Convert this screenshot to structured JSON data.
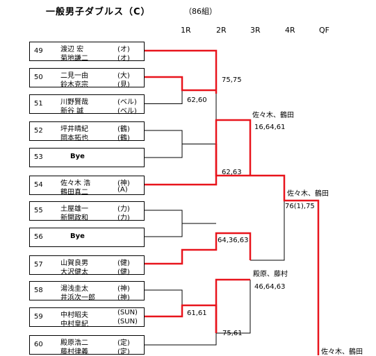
{
  "title": "一般男子ダブルス（C）",
  "subtitle": "（86組）",
  "rounds": [
    "1R",
    "2R",
    "3R",
    "4R",
    "QF"
  ],
  "entries": [
    {
      "seed": "49",
      "players": [
        {
          "name": "渡辺 宏",
          "team": "(オ)"
        },
        {
          "name": "菊地謙二",
          "team": "(オ)"
        }
      ]
    },
    {
      "seed": "50",
      "players": [
        {
          "name": "二見一由",
          "team": "(大)"
        },
        {
          "name": "鈴木克宗",
          "team": "(見)"
        }
      ]
    },
    {
      "seed": "51",
      "players": [
        {
          "name": "川野賢哉",
          "team": "(ベル)"
        },
        {
          "name": "新谷 誠",
          "team": "(ベル)"
        }
      ]
    },
    {
      "seed": "52",
      "players": [
        {
          "name": "坪井晴紀",
          "team": "(鶴)"
        },
        {
          "name": "岡本拓也",
          "team": "(鶴)"
        }
      ]
    },
    {
      "seed": "53",
      "bye": "Bye"
    },
    {
      "seed": "54",
      "players": [
        {
          "name": "佐々木 浩",
          "team": "(神)"
        },
        {
          "name": "鶴田真二",
          "team": "(A)"
        }
      ]
    },
    {
      "seed": "55",
      "players": [
        {
          "name": "土屋雄一",
          "team": "(力)"
        },
        {
          "name": "新開政和",
          "team": "(力)"
        }
      ]
    },
    {
      "seed": "56",
      "bye": "Bye"
    },
    {
      "seed": "57",
      "players": [
        {
          "name": "山賀良男",
          "team": "(健)"
        },
        {
          "name": "大沢健太",
          "team": "(健)"
        }
      ]
    },
    {
      "seed": "58",
      "players": [
        {
          "name": "湯浅圭太",
          "team": "(神)"
        },
        {
          "name": "井浜次一郎",
          "team": "(神)"
        }
      ]
    },
    {
      "seed": "59",
      "players": [
        {
          "name": "中村昭夫",
          "team": "(SUN)"
        },
        {
          "name": "中村皇紀",
          "team": "(SUN)"
        }
      ]
    },
    {
      "seed": "60",
      "players": [
        {
          "name": "殿原浩二",
          "team": "(定)"
        },
        {
          "name": "藤村律義",
          "team": "(定)"
        }
      ]
    }
  ],
  "results": {
    "r1_50_51": "62,60",
    "r2_49_51": "75,75",
    "r2_52_54": "62,63",
    "r3_top_winner": "佐々木、鶴田",
    "r3_top_score": "16,64,61",
    "r2_55_57": "64,36,63",
    "r1_58_59": "61,61",
    "r2_58_60": "75,61",
    "r3_bottom_winner": "殿原、藤村",
    "r3_bottom_score": "46,64,63",
    "r4_winner": "佐々木、鶴田",
    "r4_score": "76(1),75",
    "qf_winner": "佐々木、鶴田"
  }
}
